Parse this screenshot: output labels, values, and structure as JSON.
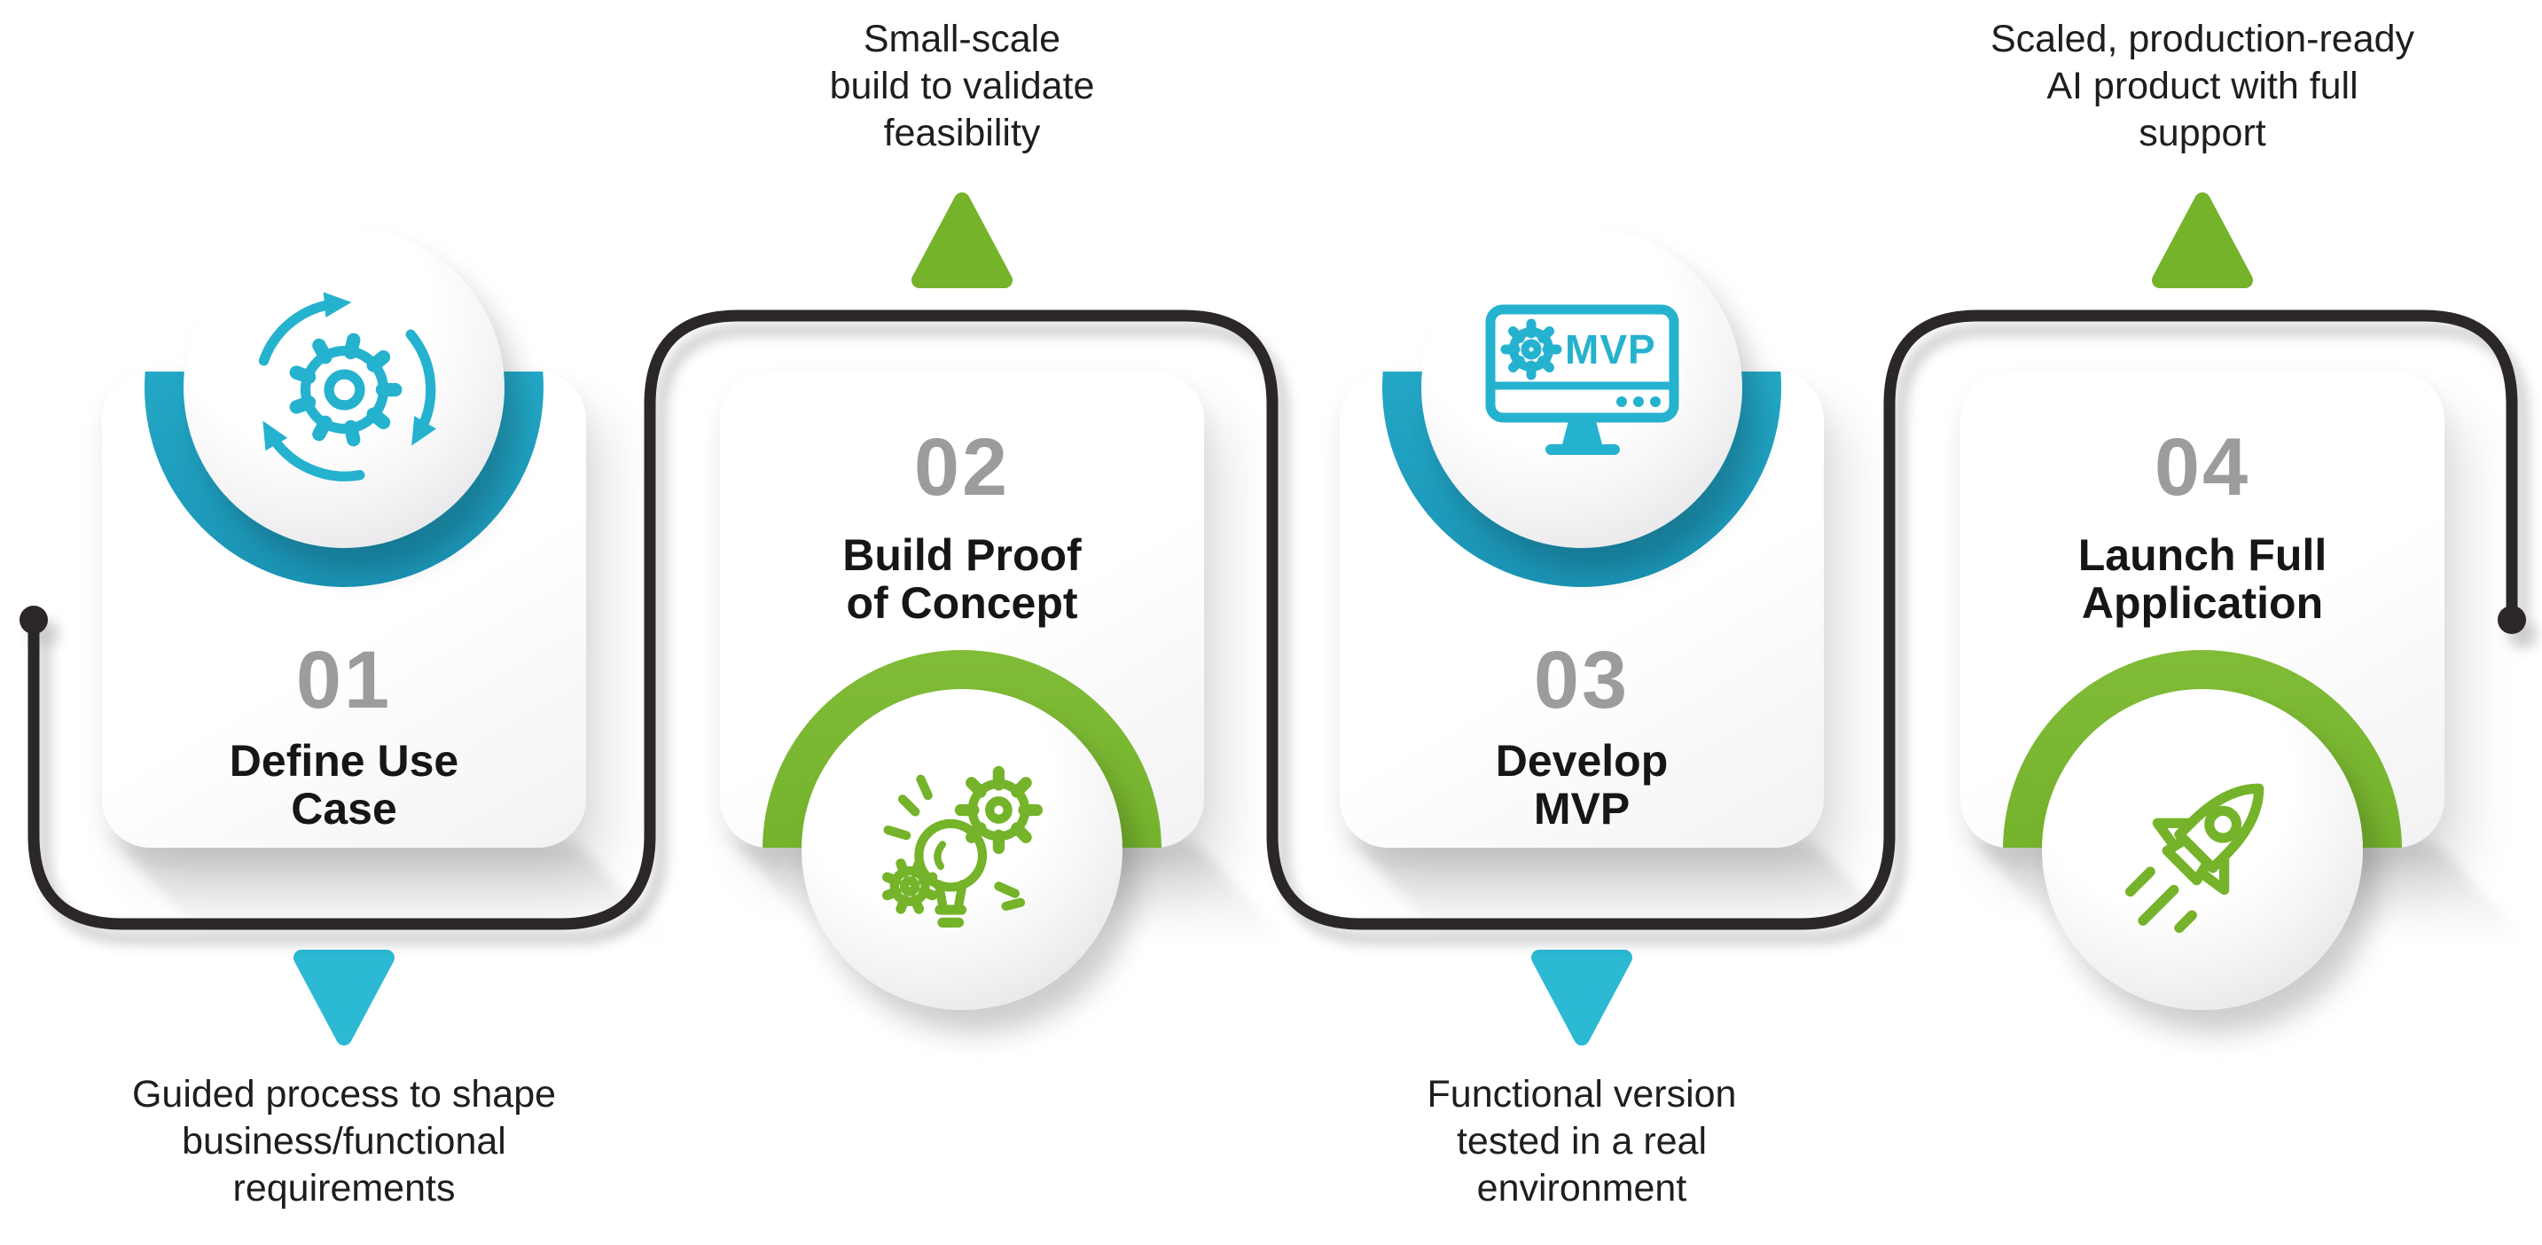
{
  "colors": {
    "cyan": "#25b2cf",
    "cyan_dark": "#1b94b6",
    "green": "#74b32a",
    "green_dark": "#69a625",
    "connector_black": "#2b2728",
    "number_gray": "#9c9c9e",
    "title_black": "#161616",
    "note_black": "#1e1e1e",
    "card_white": "#ffffff"
  },
  "steps": [
    {
      "number": "01",
      "title_lines": [
        "Define Use",
        "Case"
      ],
      "note_lines": [
        "Guided process to shape",
        "business/functional",
        "requirements"
      ],
      "icon": "process-cycle-icon",
      "accent": "cyan",
      "icon_position": "top",
      "note_position": "below"
    },
    {
      "number": "02",
      "title_lines": [
        "Build Proof",
        "of Concept"
      ],
      "note_lines": [
        "Small-scale",
        "build to validate",
        "feasibility"
      ],
      "icon": "idea-gears-icon",
      "accent": "green",
      "icon_position": "bottom",
      "note_position": "above"
    },
    {
      "number": "03",
      "title_lines": [
        "Develop",
        "MVP"
      ],
      "note_lines": [
        "Functional version",
        "tested in a real",
        "environment"
      ],
      "icon": "mvp-monitor-icon",
      "icon_text": "MVP",
      "accent": "cyan",
      "icon_position": "top",
      "note_position": "below"
    },
    {
      "number": "04",
      "title_lines": [
        "Launch Full",
        "Application"
      ],
      "note_lines": [
        "Scaled, production-ready",
        "AI product with full",
        "support"
      ],
      "icon": "rocket-icon",
      "accent": "green",
      "icon_position": "bottom",
      "note_position": "above"
    }
  ]
}
